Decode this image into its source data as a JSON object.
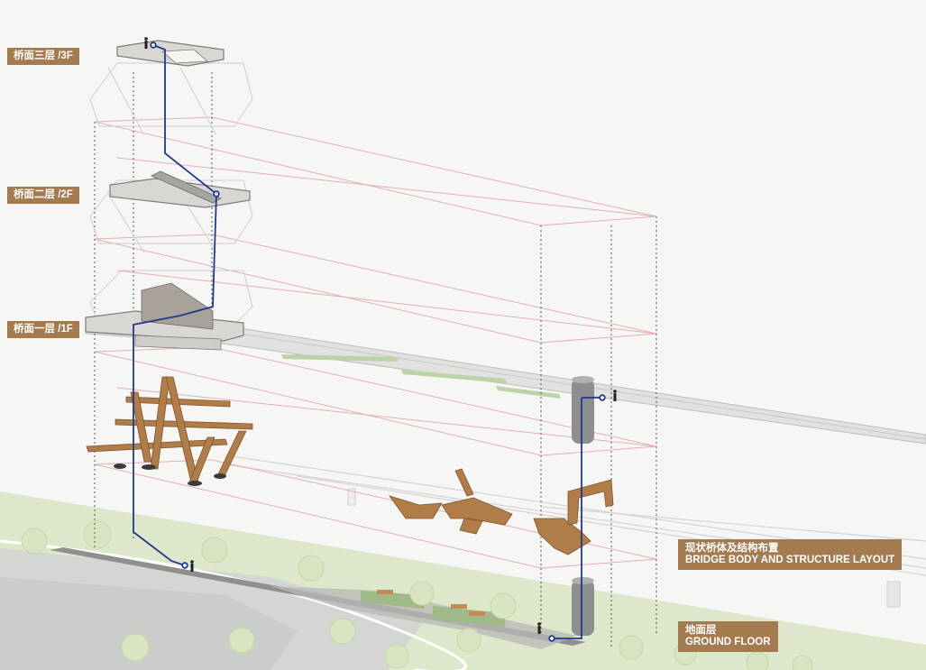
{
  "floor_labels": {
    "f3": "桥面三层 /3F",
    "f2": "桥面二层 /2F",
    "f1": "桥面一层 /1F"
  },
  "legend": {
    "structure_cn": "现状桥体及结构布置",
    "structure_en": "BRIDGE BODY AND STRUCTURE LAYOUT",
    "ground_cn": "地面层",
    "ground_en": "GROUND FLOOR"
  },
  "colors": {
    "label_bg": "#a47a4f",
    "label_text": "#ffffff",
    "route_line": "#1f3a8f",
    "guide_lines": "#e3aeb3",
    "timber": "#b07c48",
    "lawn": "#dde8cb",
    "concrete": "#c9c9c7"
  }
}
